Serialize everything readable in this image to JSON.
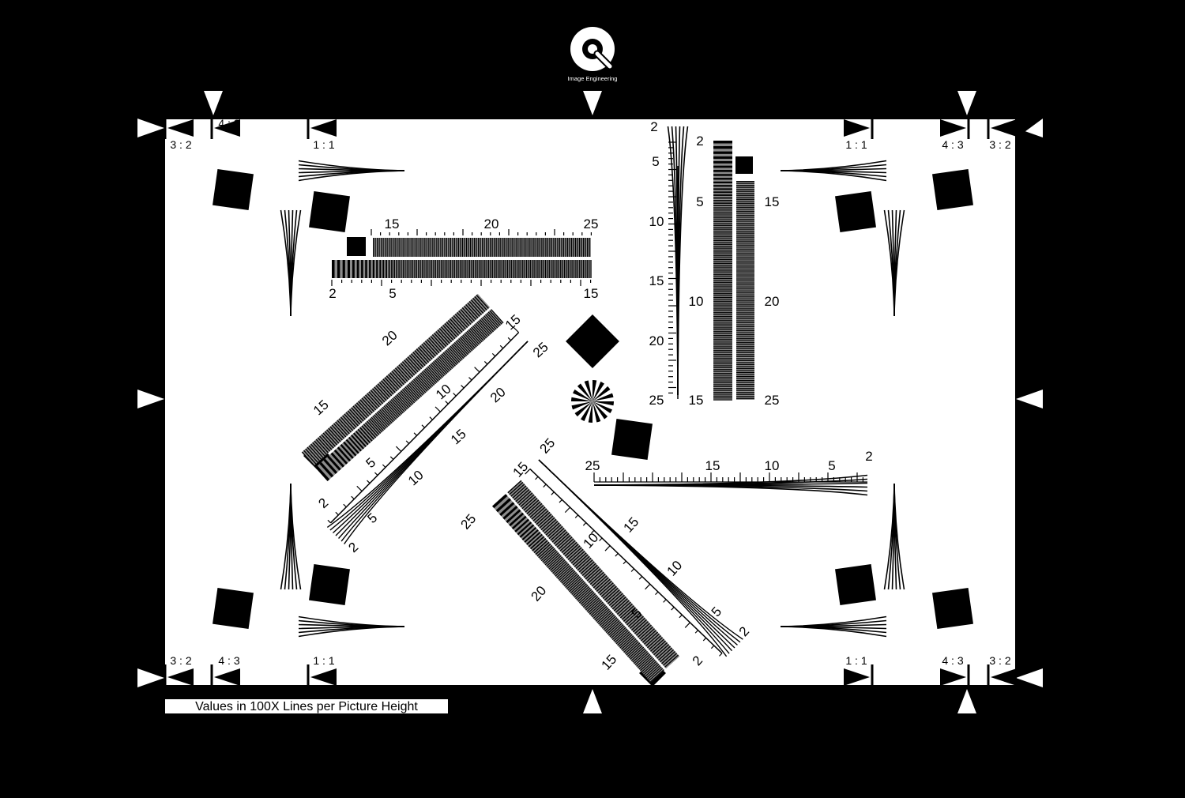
{
  "brand": {
    "name": "Image Engineering",
    "logo_icon": "image-engineering-logo-icon"
  },
  "footnote": "Values in 100X Lines per Picture Height",
  "frame_labels": {
    "ratio_3_2": "3 : 2",
    "ratio_4_3": "4 : 3",
    "ratio_1_1": "1 : 1"
  },
  "scales": {
    "horizontal_top_upper": [
      "15",
      "20",
      "25"
    ],
    "horizontal_top_lower": [
      "2",
      "5",
      "15"
    ],
    "vertical_wedge": [
      "2",
      "5",
      "10",
      "15",
      "20",
      "25"
    ],
    "vertical_bars_left": [
      "2",
      "5",
      "10",
      "15"
    ],
    "vertical_bars_right": [
      "15",
      "20",
      "25"
    ],
    "horizontal_wedge": [
      "25",
      "15",
      "10",
      "5",
      "2"
    ],
    "diag_upper_bars_outer": [
      "20",
      "15"
    ],
    "diag_upper_bars_inner": [
      "15",
      "10",
      "5",
      "2"
    ],
    "diag_upper_wedge": [
      "25",
      "20",
      "15",
      "10",
      "5",
      "2"
    ],
    "diag_lower_bars_outer": [
      "15",
      "25",
      "20"
    ],
    "diag_lower_bars_inner": [
      "10",
      "5",
      "2",
      "15"
    ],
    "diag_lower_wedge": [
      "25",
      "15",
      "10",
      "5",
      "2"
    ]
  },
  "colors": {
    "background": "#000000",
    "chart_field": "#ffffff",
    "ink": "#000000",
    "bar_gray": "#8c8c8c"
  }
}
